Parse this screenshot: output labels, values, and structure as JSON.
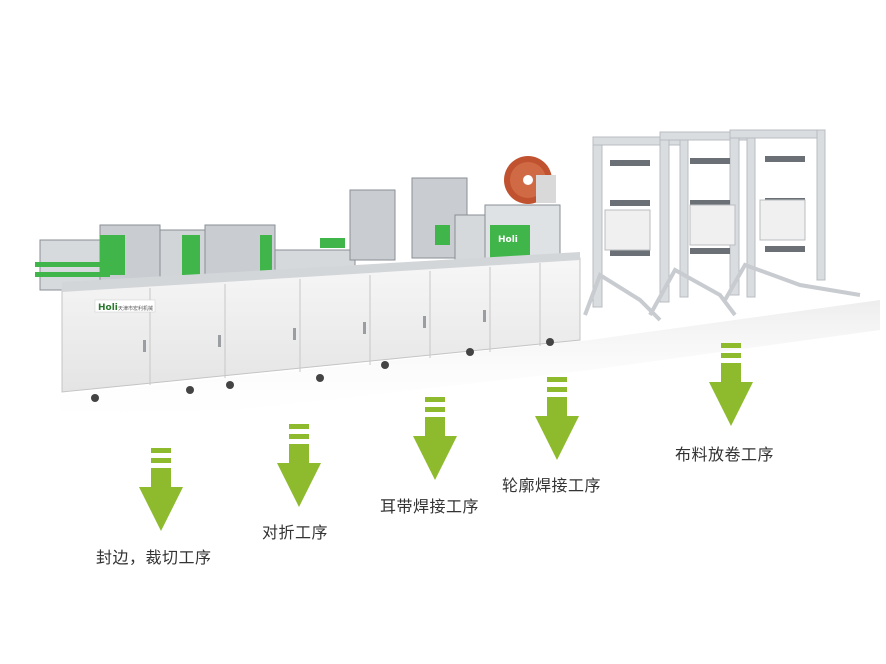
{
  "machine": {
    "brand": "Holi",
    "brand_tagline": "天津市宏利机械"
  },
  "stages": [
    {
      "id": "sealing-cutting",
      "label": "封边，裁切工序"
    },
    {
      "id": "folding",
      "label": "对折工序"
    },
    {
      "id": "earloop-welding",
      "label": "耳带焊接工序"
    },
    {
      "id": "contour-welding",
      "label": "轮廓焊接工序"
    },
    {
      "id": "fabric-unwinding",
      "label": "布料放卷工序"
    }
  ],
  "colors": {
    "arrow_green": "#8dbb2d",
    "machine_green": "#3fb54a",
    "cabinet": "#f2f2f2",
    "frame": "#d6d8da",
    "reel": "#c0522f",
    "label_text": "#333333"
  }
}
